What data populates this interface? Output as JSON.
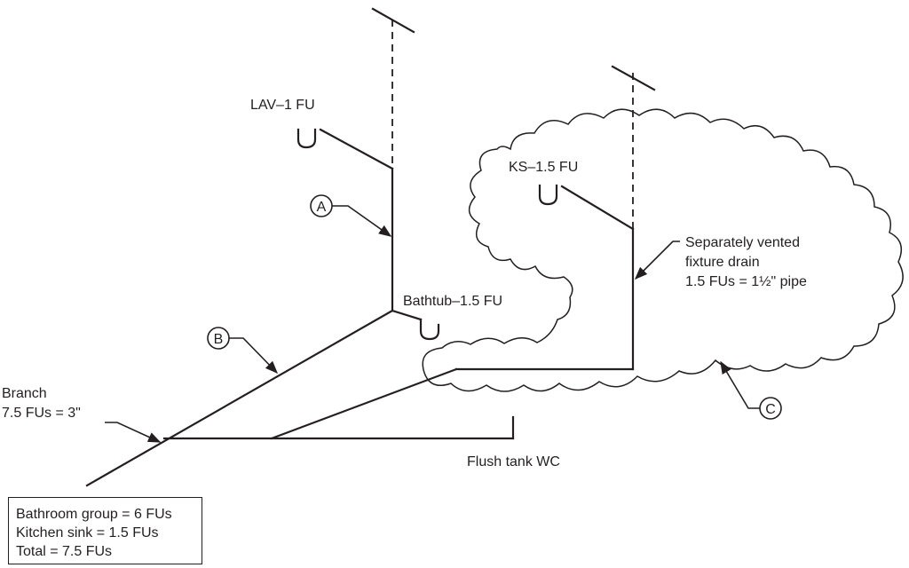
{
  "labels": {
    "lav": "LAV–1 FU",
    "ks": "KS–1.5 FU",
    "bathtub": "Bathtub–1.5 FU",
    "separately_vented": [
      "Separately vented",
      "fixture drain",
      "1.5 FUs = 1½\" pipe"
    ],
    "branch": [
      "Branch",
      "7.5 FUs = 3\""
    ],
    "flush_tank": "Flush tank WC"
  },
  "callouts": {
    "a": "A",
    "b": "B",
    "c": "C"
  },
  "summary": {
    "bathroom_group": "Bathroom group = 6 FUs",
    "kitchen_sink": "Kitchen sink = 1.5 FUs",
    "total": "Total = 7.5 FUs"
  },
  "colors": {
    "line": "#231f20",
    "background": "#ffffff"
  }
}
